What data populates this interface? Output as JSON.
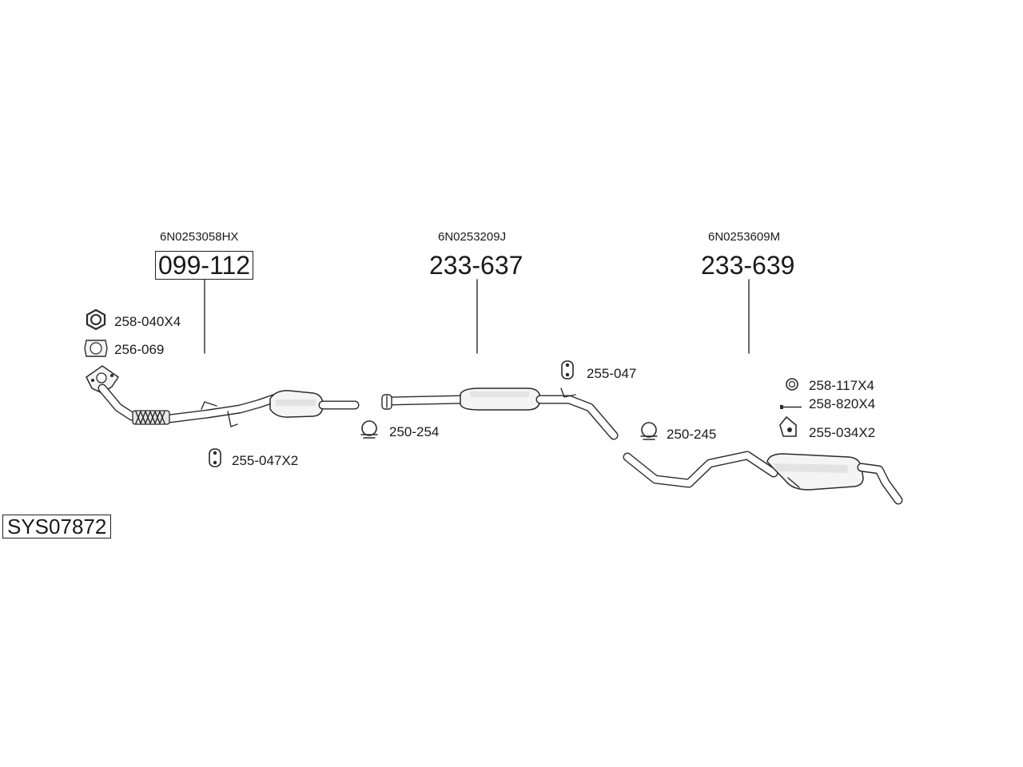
{
  "system_code": "SYS07872",
  "assemblies": [
    {
      "oem": "6N0253058HX",
      "part": "099-112"
    },
    {
      "oem": "6N0253209J",
      "part": "233-637"
    },
    {
      "oem": "6N0253609M",
      "part": "233-639"
    }
  ],
  "fittings": [
    {
      "part": "258-040X4",
      "icon": "nut-icon"
    },
    {
      "part": "256-069",
      "icon": "gasket-icon"
    },
    {
      "part": "255-047X2",
      "icon": "rubber-hanger-icon"
    },
    {
      "part": "250-254",
      "icon": "clamp-icon"
    },
    {
      "part": "255-047",
      "icon": "rubber-hanger-icon"
    },
    {
      "part": "250-245",
      "icon": "clamp-icon"
    },
    {
      "part": "258-117X4",
      "icon": "ring-icon"
    },
    {
      "part": "258-820X4",
      "icon": "bolt-icon"
    },
    {
      "part": "255-034X2",
      "icon": "bracket-hanger-icon"
    }
  ]
}
